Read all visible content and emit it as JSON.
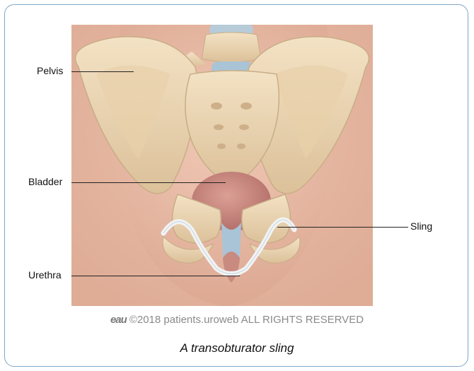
{
  "labels": {
    "pelvis": "Pelvis",
    "bladder": "Bladder",
    "urethra": "Urethra",
    "sling": "Sling"
  },
  "credit": {
    "logo": "eau",
    "text": "©2018 patients.uroweb ALL RIGHTS RESERVED"
  },
  "caption": "A transobturator sling",
  "colors": {
    "border": "#7fa6c8",
    "skin": "#e6b8a3",
    "bone": "#ecd7b3",
    "bladder": "#c98a80",
    "urethra_sheath": "#a9c4d6",
    "sling": "#f1f4f6"
  }
}
